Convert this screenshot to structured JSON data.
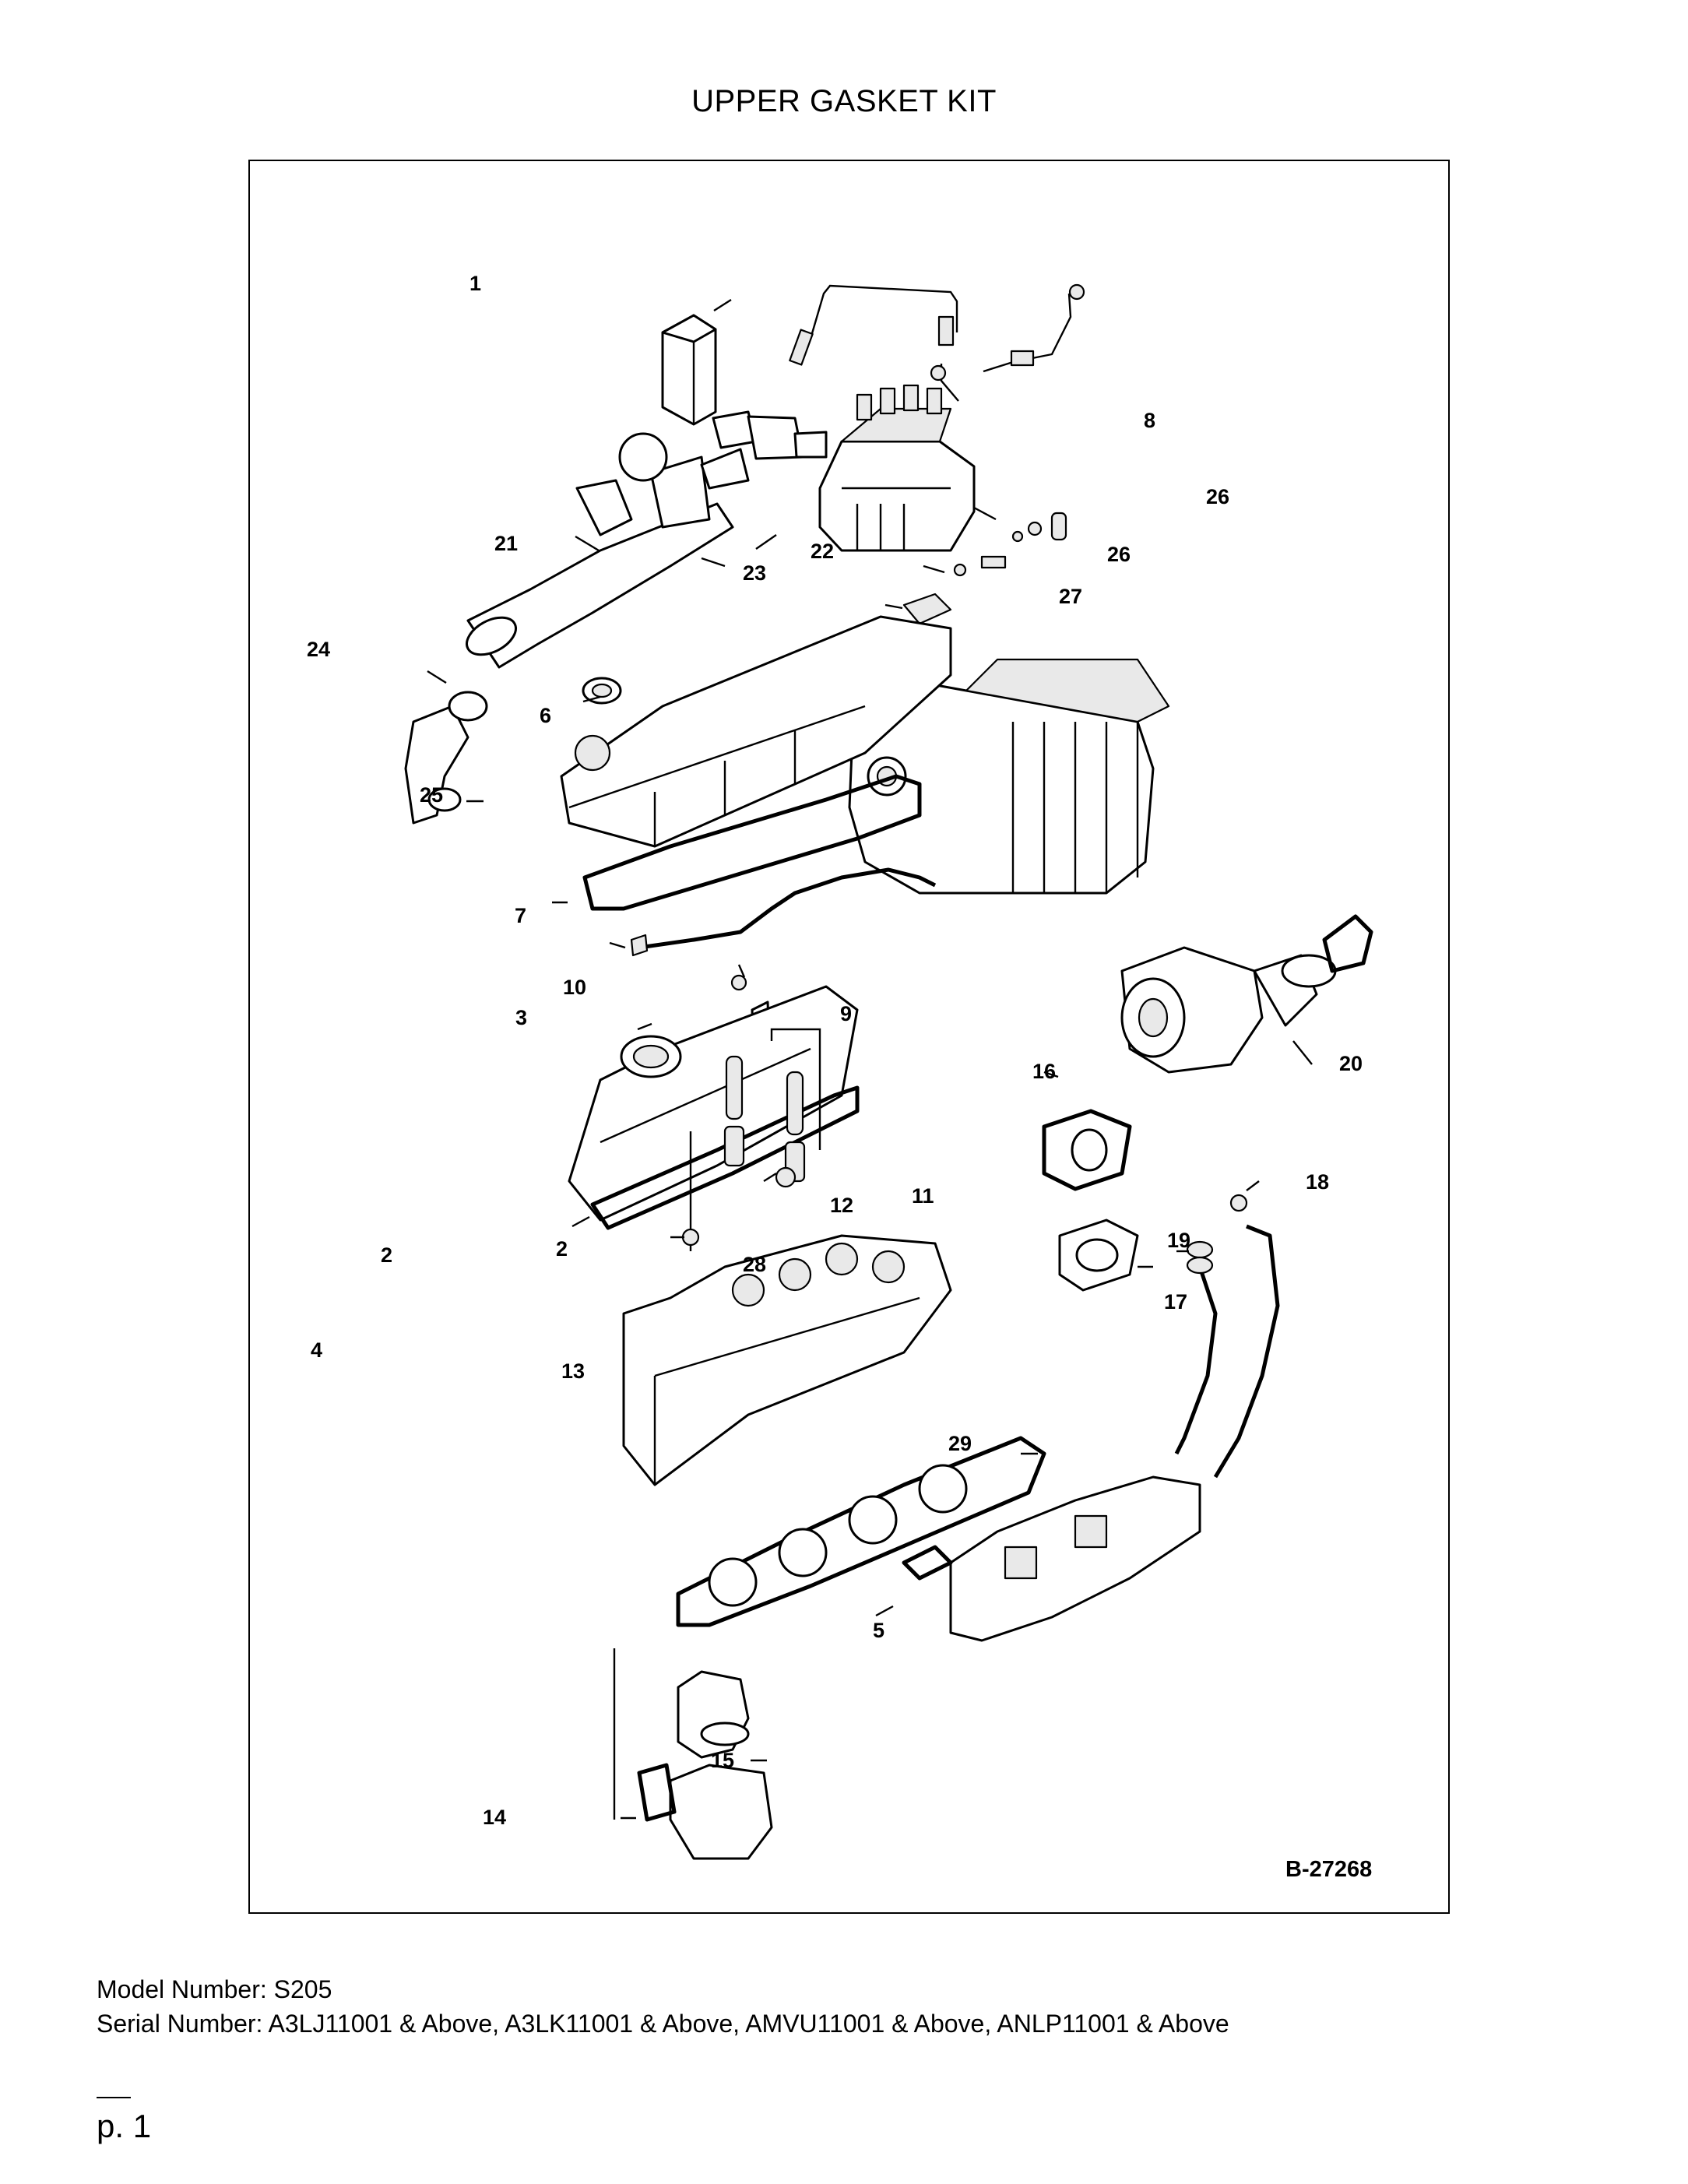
{
  "title": "UPPER GASKET KIT",
  "figure_id": "B-27268",
  "callouts": [
    "1",
    "2",
    "2",
    "3",
    "4",
    "5",
    "6",
    "7",
    "8",
    "9",
    "10",
    "11",
    "12",
    "13",
    "14",
    "15",
    "16",
    "17",
    "18",
    "19",
    "20",
    "21",
    "22",
    "23",
    "24",
    "25",
    "26",
    "26",
    "27",
    "28",
    "29"
  ],
  "model_label": "Model Number: S205",
  "serial_label": "Serial Number: A3LJ11001 & Above, A3LK11001 & Above, AMVU11001 & Above, ANLP11001 & Above",
  "page_label": "p. 1"
}
